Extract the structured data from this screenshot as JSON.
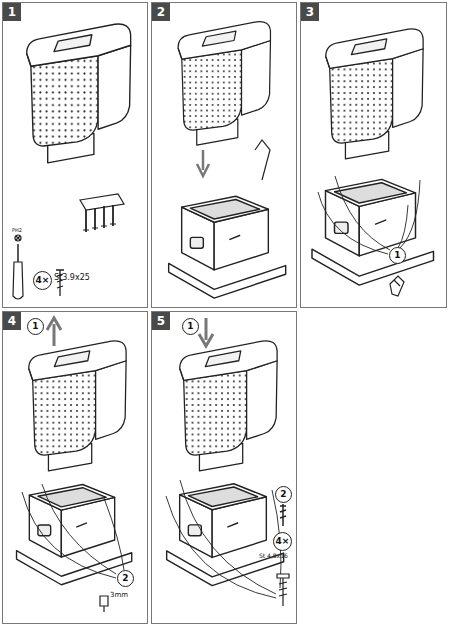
{
  "diagram": {
    "nodes": [
      {
        "text": [
          "1"
        ]
      },
      {
        "text": [
          "4×"
        ],
        "in": 0
      },
      {
        "text": [
          "2"
        ]
      },
      {
        "text": [
          "3"
        ]
      },
      {
        "text": [
          "1"
        ],
        "in": 3
      },
      {
        "text": [
          "4"
        ]
      },
      {
        "text": [
          "1"
        ],
        "in": 5
      },
      {
        "text": [
          "2"
        ],
        "in": 5
      },
      {
        "text": [
          "5"
        ]
      },
      {
        "text": [
          "1"
        ],
        "in": 8
      },
      {
        "text": [
          "2"
        ],
        "in": 8
      },
      {
        "text": [
          "4×"
        ],
        "in": 8
      }
    ],
    "labels": [
      "PH2",
      "St3.9x25",
      "3mm",
      "St 4,8x16"
    ]
  }
}
